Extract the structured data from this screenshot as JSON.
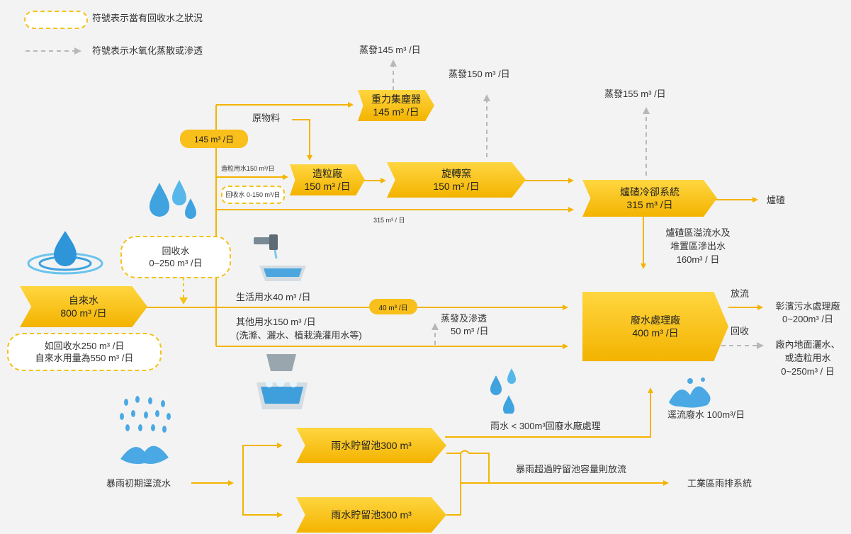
{
  "legend": {
    "recycle_note": "符號表示當有回收水之狀況",
    "evap_note": "符號表示水氧化蒸散或滲透"
  },
  "nodes": {
    "tap_water": {
      "name": "自來水",
      "value": "800 m³ /日"
    },
    "gravity_collector": {
      "name": "重力集塵器",
      "value": "145 m³ /日"
    },
    "granulation": {
      "name": "造粒廠",
      "value": "150 m³ /日"
    },
    "rotary_kiln": {
      "name": "旋轉窯",
      "value": "150 m³ /日"
    },
    "slag_cooling": {
      "name": "爐碴冷卻系統",
      "value": "315 m³ /日"
    },
    "wastewater_plant": {
      "name": "廢水處理廠",
      "value": "400 m³ /日"
    },
    "rain_pond_1": {
      "name": "雨水貯留池300 m³"
    },
    "rain_pond_2": {
      "name": "雨水貯留池300 m³"
    }
  },
  "labels": {
    "evap_145": "蒸發145 m³ /日",
    "evap_150": "蒸發150 m³ /日",
    "evap_155": "蒸發155 m³ /日",
    "raw_material": "原物料",
    "pill_145": "145 m³ /日",
    "granulation_water": "造粒用水150 m³/日",
    "recycle_0_150": "回收水 0-150 m³/日",
    "line_315": "315 m³ / 日",
    "recycle_water_title": "回收水",
    "recycle_water_value": "0–250 m³ /日",
    "domestic_water": "生活用水40 m³ /日",
    "pill_40": "40 m³ /日",
    "other_water_1": "其他用水150 m³ /日",
    "other_water_2": "(洗滌、灑水、植栽澆灌用水等)",
    "evap_seep_1": "蒸發及滲透",
    "evap_seep_2": "50 m³ /日",
    "recycled_note_1": "如回收水250 m³ /日",
    "recycled_note_2": "自來水用量為550 m³ /日",
    "slag": "爐碴",
    "overflow_1": "爐碴區溢流水及",
    "overflow_2": "堆置區滲出水",
    "overflow_3": "160m³ / 日",
    "discharge": "放流",
    "recycle": "回收",
    "changbin_1": "彰濱污水處理廠",
    "changbin_2": "0~200m³ /日",
    "reuse_1": "廠內地面灑水、",
    "reuse_2": "或造粒用水",
    "reuse_3": "0~250m³ / 日",
    "runoff": "逕流廢水 100m³/日",
    "rain_to_plant": "雨水 < 300m³回廢水廠處理",
    "rain_overflow": "暴雨超過貯留池容量則放流",
    "storm_drain": "工業區雨排系統",
    "early_runoff": "暴雨初期逕流水"
  },
  "colors": {
    "accent": "#f4b400",
    "dashed_arrow": "#b8b8b8",
    "background": "#f3f3f3"
  }
}
